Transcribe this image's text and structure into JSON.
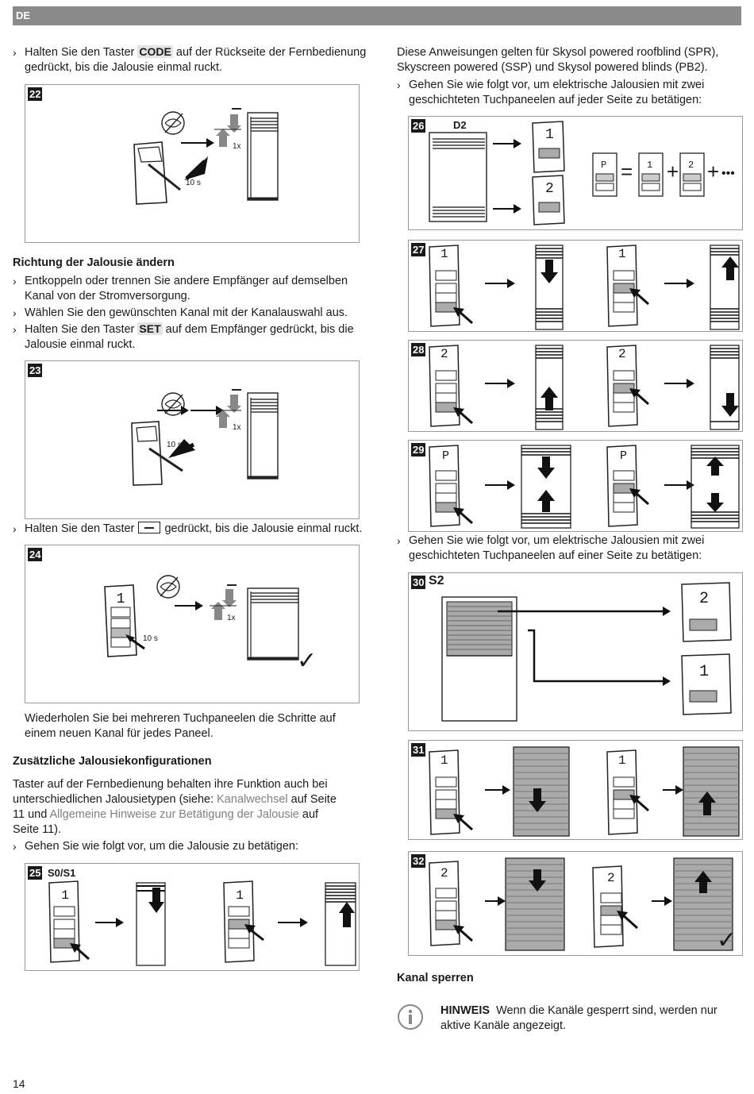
{
  "header": {
    "lang": "DE"
  },
  "left": {
    "p_code_pre": "Halten Sie den Taster",
    "p_code_key": "CODE",
    "p_code_post": "auf der Rückseite der Fernbedienung gedrückt, bis die Jalousie einmal ruckt.",
    "fig22": {
      "num": "22",
      "time": "10 s",
      "count": "1x"
    },
    "h_richtung": "Richtung der Jalousie ändern",
    "b1": "Entkoppeln oder trennen Sie andere Empfänger auf demselben Kanal von der Stromversorgung.",
    "b2": "Wählen Sie den gewünschten Kanal mit der Kanalauswahl aus.",
    "b3_pre": "Halten Sie den Taster",
    "b3_key": "SET",
    "b3_post": "auf dem Empfänger gedrückt, bis die Jalousie einmal ruckt.",
    "fig23": {
      "num": "23",
      "time": "10 s",
      "count": "1x"
    },
    "b4_pre": "Halten Sie den Taster",
    "b4_post": "gedrückt, bis die Jalousie einmal ruckt.",
    "fig24": {
      "num": "24",
      "time": "10 s",
      "count": "1x",
      "check": "✓"
    },
    "p_repeat": "Wiederholen Sie bei mehreren Tuchpaneelen die Schritte auf einem neuen Kanal für jedes Paneel.",
    "h_zusatz": "Zusätzliche Jalousiekonfigurationen",
    "p_taster_1": "Taster auf der Fernbedienung behalten ihre Funktion auch bei unterschiedlichen Jalousietypen (siehe:",
    "link1": "Kanalwechsel",
    "p_taster_2": "auf Seite 11 und",
    "link2": "Allgemeine Hinweise zur Betätigung der Jalousie",
    "p_taster_3": "auf Seite 11).",
    "b5": "Gehen Sie wie folgt vor, um die Jalousie zu betätigen:",
    "fig25": {
      "num": "25",
      "label": "S0/S1",
      "digit": "1"
    }
  },
  "right": {
    "p_intro": "Diese Anweisungen gelten für Skysol powered roofblind (SPR), Skyscreen powered (SSP) und Skysol powered blinds (PB2).",
    "b6": "Gehen Sie wie folgt vor, um elektrische Jalousien mit zwei geschichteten Tuchpaneelen auf jeder Seite zu betätigen:",
    "fig26": {
      "num": "26",
      "label": "D2",
      "d1": "1",
      "d2": "2",
      "dp": "P",
      "eq": "=",
      "plus1": "+",
      "plus2": "+",
      "dots": "•••"
    },
    "fig27": {
      "num": "27",
      "digit": "1"
    },
    "fig28": {
      "num": "28",
      "digit": "2"
    },
    "fig29": {
      "num": "29",
      "digit": "P"
    },
    "b7": "Gehen Sie wie folgt vor, um elektrische Jalousien mit zwei geschichteten Tuchpaneelen auf einer Seite zu betätigen:",
    "fig30": {
      "num": "30",
      "label": "S2",
      "d1": "2",
      "d2": "1"
    },
    "fig31": {
      "num": "31",
      "digit": "1"
    },
    "fig32": {
      "num": "32",
      "digit": "2",
      "check": "✓"
    },
    "h_kanal": "Kanal sperren",
    "note_label": "HINWEIS",
    "note_text": "Wenn die Kanäle gesperrt sind, werden nur aktive Kanäle angezeigt.",
    "info_icon": "info-icon"
  },
  "footer": {
    "page": "14"
  }
}
